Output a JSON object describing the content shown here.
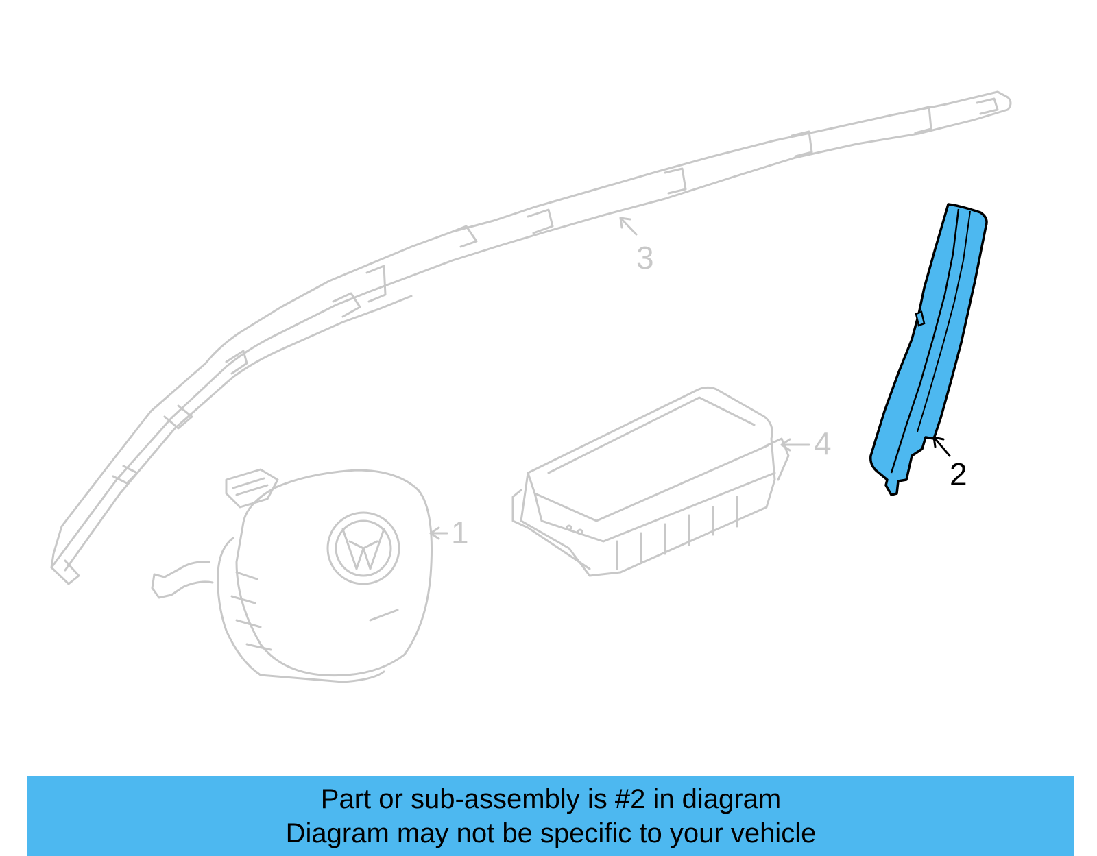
{
  "diagram": {
    "callouts": [
      {
        "id": "1",
        "label": "1",
        "highlighted": false
      },
      {
        "id": "2",
        "label": "2",
        "highlighted": true
      },
      {
        "id": "3",
        "label": "3",
        "highlighted": false
      },
      {
        "id": "4",
        "label": "4",
        "highlighted": false
      }
    ],
    "highlight_color": "#4db8f0",
    "ghost_color": "#c8c8c8"
  },
  "banner": {
    "line1": "Part or sub-assembly is #2 in diagram",
    "line2": "Diagram may not be specific to your vehicle",
    "background": "#4db8f0"
  }
}
